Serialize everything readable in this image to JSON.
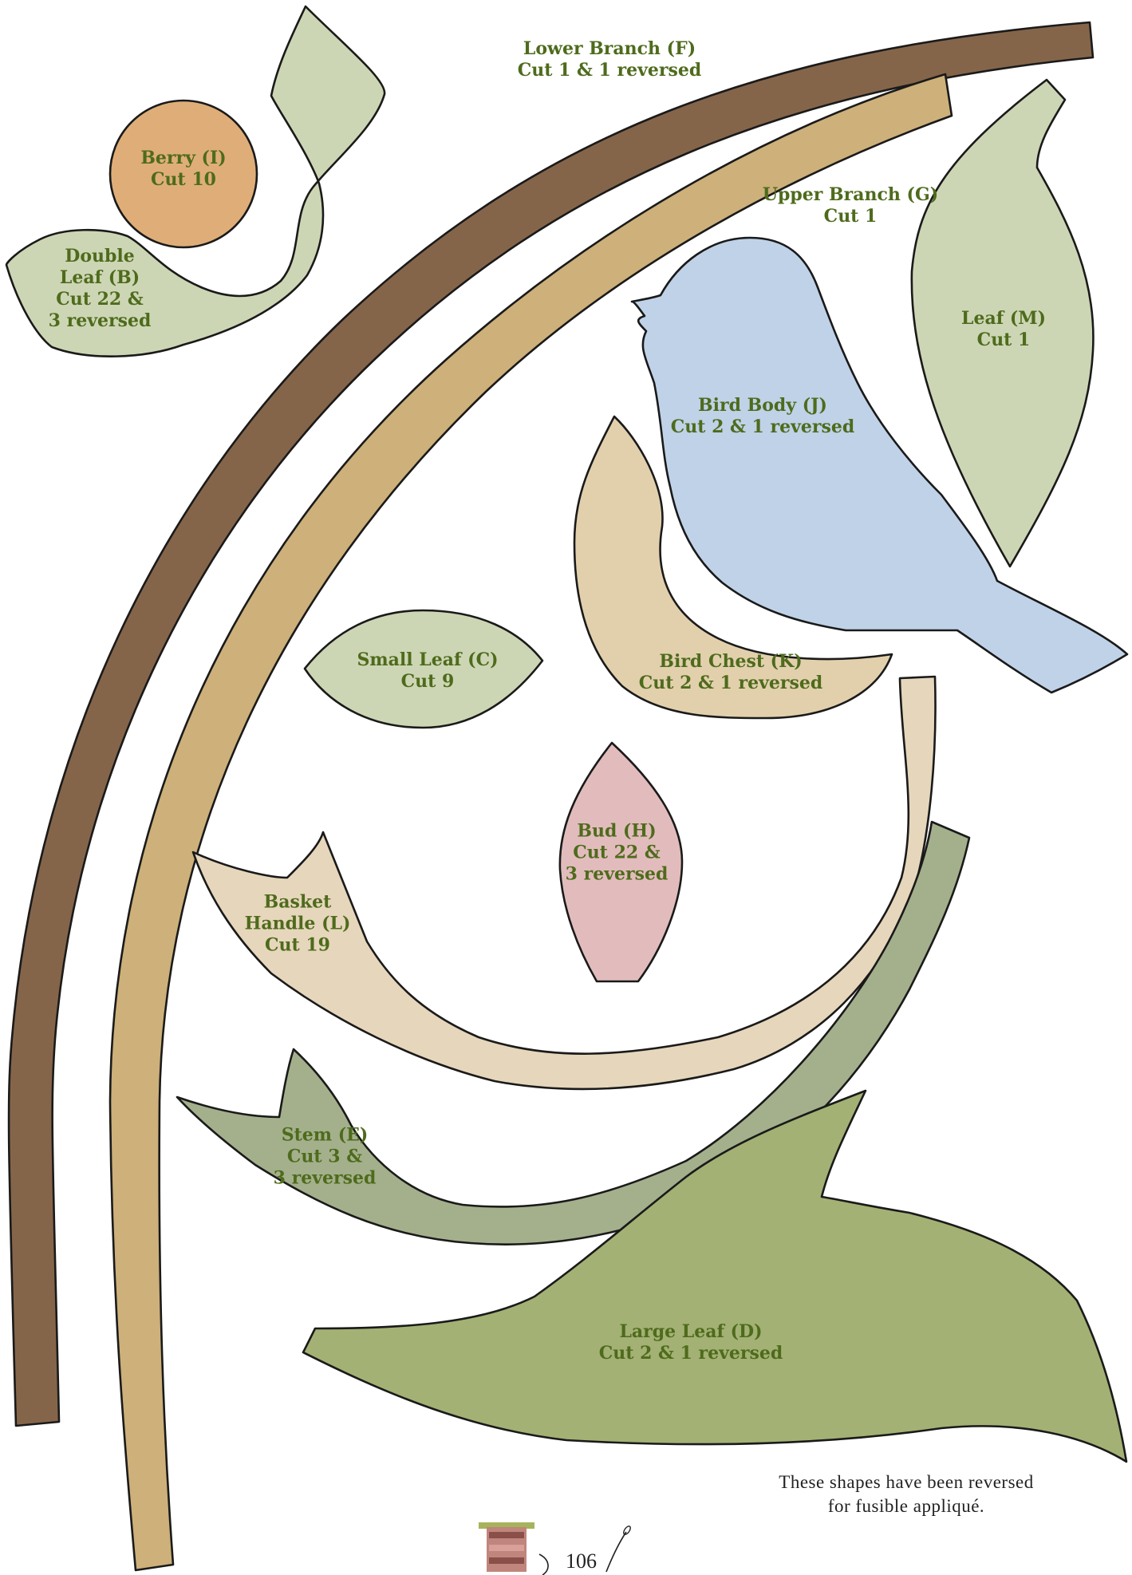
{
  "colors": {
    "outline": "#1a1a1a",
    "label_text": "#4e6b1c",
    "lower_branch": "#85654a",
    "upper_branch": "#cdb07a",
    "double_leaf": "#cdd6b4",
    "berry": "#dfae78",
    "leaf_m": "#cdd6b4",
    "bird_body": "#bfd2e8",
    "bird_chest": "#e2d0ad",
    "small_leaf": "#cdd6b4",
    "bud": "#e2bcbc",
    "basket_handle": "#e6d6bb",
    "stem": "#a4b08c",
    "large_leaf": "#a3b174"
  },
  "pieces": {
    "lower_branch": {
      "name": "Lower Branch (F)",
      "cut": "Cut 1 & 1 reversed"
    },
    "upper_branch": {
      "name": "Upper Branch (G)",
      "cut": "Cut 1"
    },
    "berry": {
      "name": "Berry (I)",
      "cut": "Cut 10"
    },
    "double_leaf": {
      "line1": "Double",
      "line2": "Leaf (B)",
      "line3": "Cut 22 &",
      "line4": "3 reversed"
    },
    "leaf_m": {
      "name": "Leaf (M)",
      "cut": "Cut 1"
    },
    "bird_body": {
      "name": "Bird Body (J)",
      "cut": "Cut 2 & 1 reversed"
    },
    "bird_chest": {
      "name": "Bird Chest (K)",
      "cut": "Cut 2 & 1 reversed"
    },
    "small_leaf": {
      "name": "Small Leaf (C)",
      "cut": "Cut 9"
    },
    "bud": {
      "name": "Bud (H)",
      "line2": "Cut 22 &",
      "line3": "3 reversed"
    },
    "basket_handle": {
      "line1": "Basket",
      "line2": "Handle (L)",
      "line3": "Cut 19"
    },
    "stem": {
      "name": "Stem (E)",
      "line2": "Cut 3 &",
      "line3": "3 reversed"
    },
    "large_leaf": {
      "name": "Large Leaf (D)",
      "cut": "Cut 2 & 1 reversed"
    }
  },
  "note": {
    "line1": "These shapes have been reversed",
    "line2": "for fusible appliqué."
  },
  "page_number": "106",
  "spool_icon": "thread-spool-icon",
  "needle_icon": "needle-icon"
}
